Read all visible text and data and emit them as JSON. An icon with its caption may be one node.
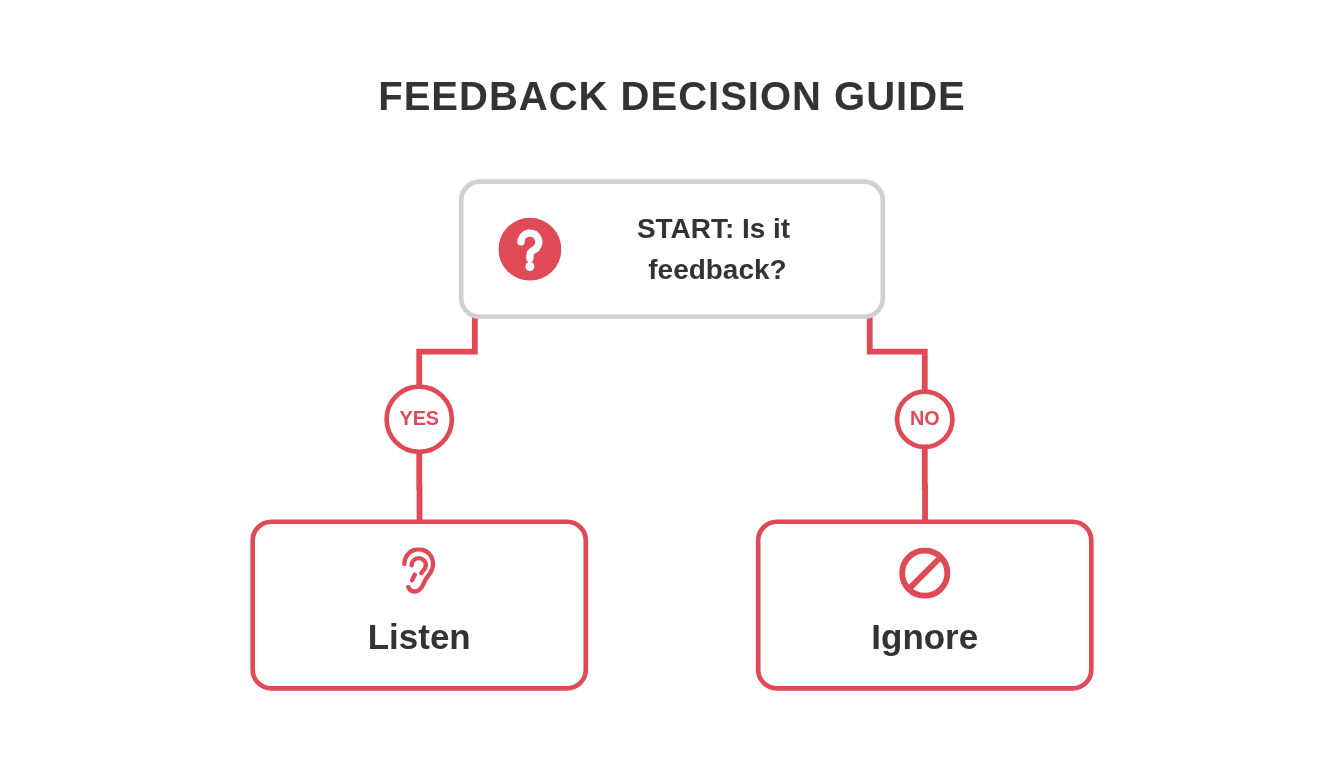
{
  "diagram": {
    "title": "FEEDBACK DECISION GUIDE",
    "nodes": [
      {
        "text": [
          "START: Is it feedback?"
        ]
      },
      {
        "text": [
          "YES"
        ]
      },
      {
        "text": [
          "NO"
        ]
      },
      {
        "text": [
          "Listen"
        ]
      },
      {
        "text": [
          "Ignore"
        ]
      }
    ],
    "edges": [
      {
        "from": 0,
        "to": 1,
        "arrow": "none"
      },
      {
        "from": 0,
        "to": 2,
        "arrow": "none"
      },
      {
        "from": 1,
        "to": 3,
        "arrow": "none"
      },
      {
        "from": 2,
        "to": 4,
        "arrow": "none"
      }
    ]
  }
}
